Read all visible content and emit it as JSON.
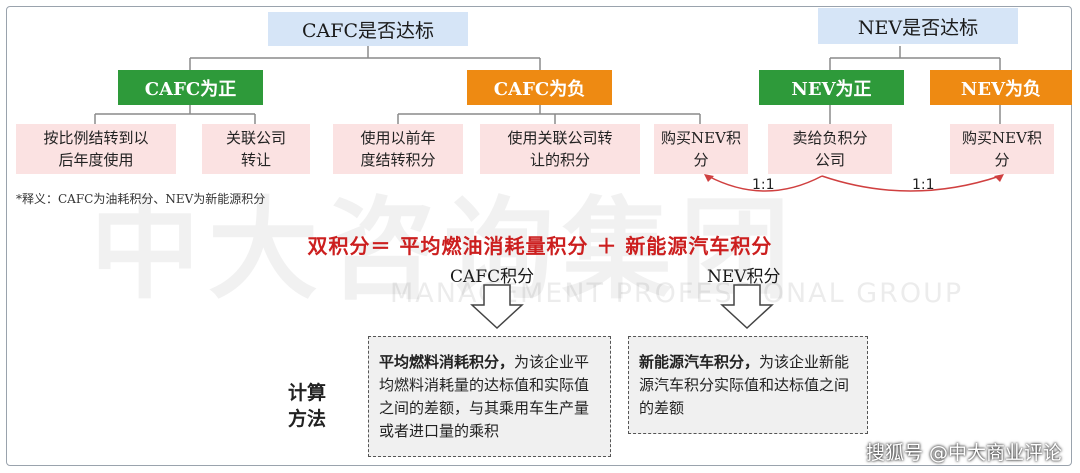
{
  "top_boxes": {
    "cafc_title": "CAFC是否达标",
    "nev_title": "NEV是否达标"
  },
  "level2": {
    "cafc_positive": "CAFC为正",
    "cafc_negative": "CAFC为负",
    "nev_positive": "NEV为正",
    "nev_negative": "NEV为负"
  },
  "options": {
    "carry_forward": "按比例结转到以\n后年度使用",
    "transfer_related": "关联公司\n转让",
    "use_previous": "使用以前年\n度结转积分",
    "use_related": "使用关联公司转\n让的积分",
    "buy_nev_1": "购买NEV积\n分",
    "sell_to_negative": "卖给负积分\n公司",
    "buy_nev_2": "购买NEV积\n分"
  },
  "ratios": {
    "left": "1:1",
    "right": "1:1"
  },
  "note": "*释义：CAFC为油耗积分、NEV为新能源积分",
  "formula": "双积分＝ 平均燃油消耗量积分 ＋ 新能源汽车积分",
  "labels": {
    "cafc_points": "CAFC积分",
    "nev_points": "NEV积分"
  },
  "calc_label": "计算\n方法",
  "definitions": {
    "cafc_bold": "平均燃料消耗积分，",
    "cafc_rest": "为该企业平均燃料消耗量的达标值和实际值之间的差额，与其乘用车生产量或者进口量的乘积",
    "nev_bold": "新能源汽车积分，",
    "nev_rest": "为该企业新能源汽车积分实际值和达标值之间的差额"
  },
  "watermark": {
    "cn": "中大咨询集团",
    "en": "MANAGEMENT PROFESSIONAL GROUP"
  },
  "credit": "搜狐号 @中大商业评论",
  "colors": {
    "green": "#2e9a3a",
    "orange": "#ee8a12",
    "blue_box": "#d6e5f7",
    "pink_box": "#fbe2e2",
    "formula_red": "#cc1f1f"
  }
}
